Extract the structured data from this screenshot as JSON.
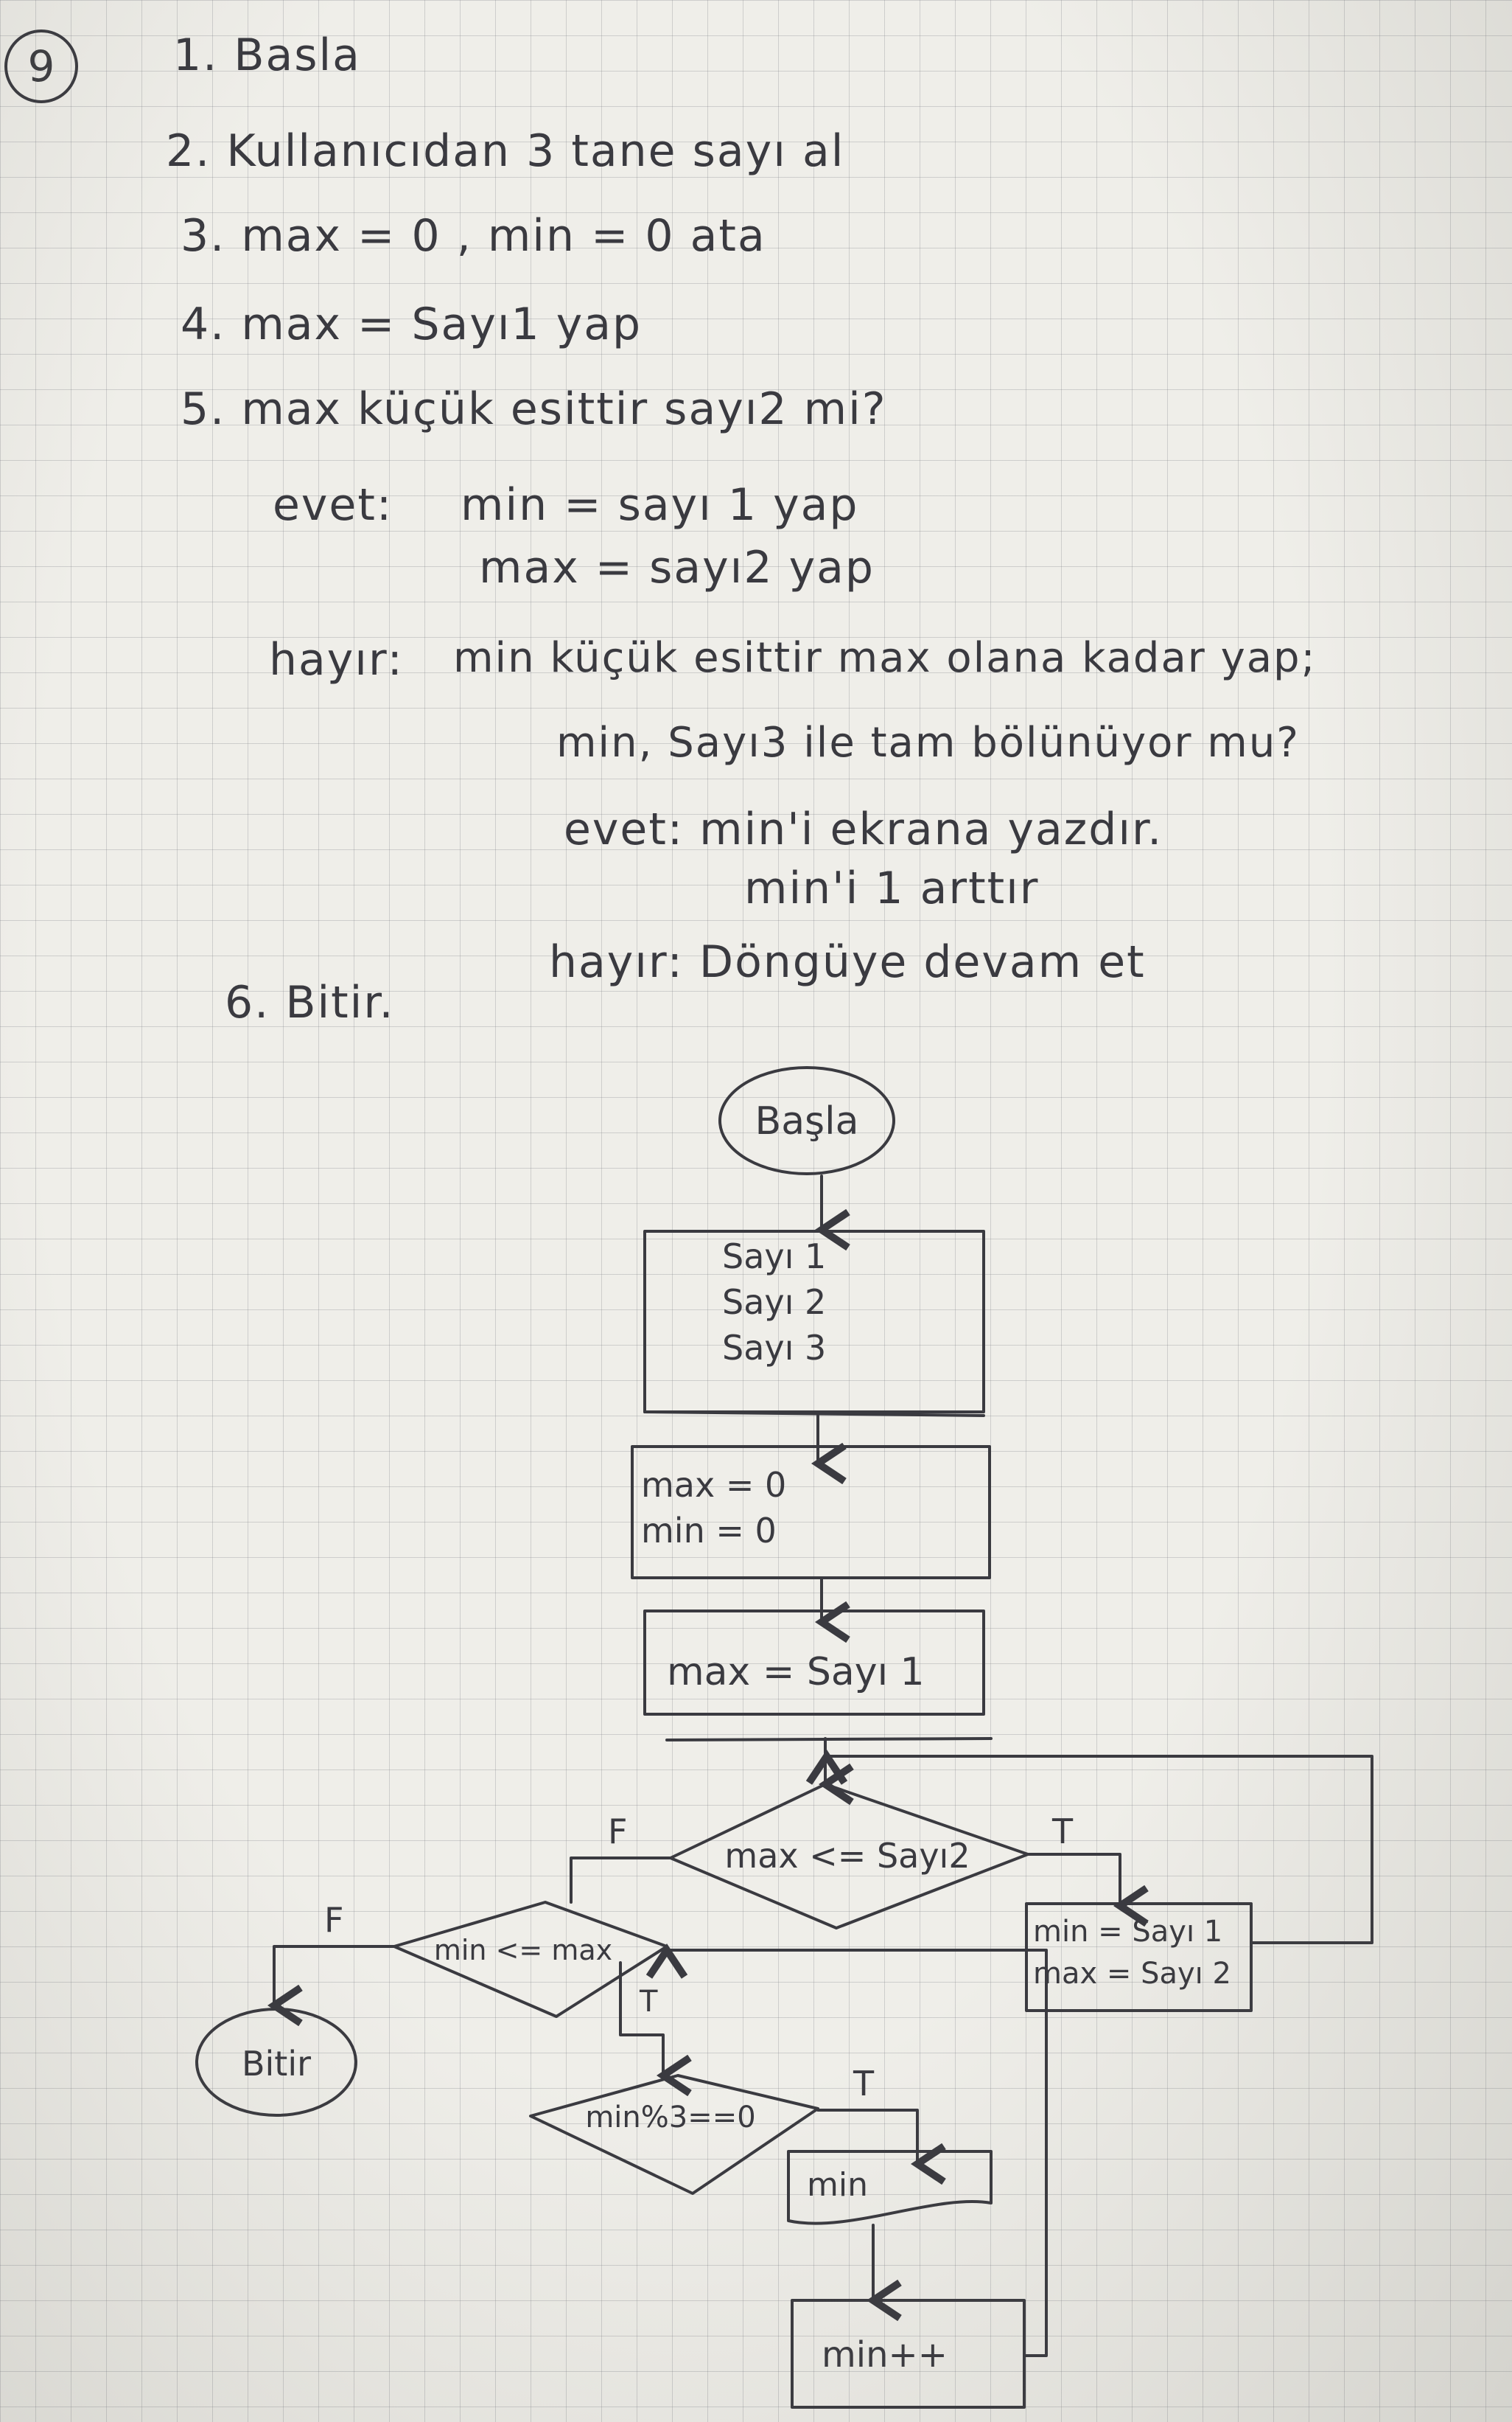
{
  "page_number": "9",
  "algorithm": {
    "step1": "1. Basla",
    "step2": "2. Kullanıcıdan 3 tane sayı al",
    "step3": "3. max = 0 , min = 0 ata",
    "step4": "4. max = Sayı1 yap",
    "step5": "5. max küçük esittir sayı2 mi?",
    "evet_label": "evet:",
    "evet_line1": "min = sayı 1 yap",
    "evet_line2": "max = sayı2 yap",
    "hayir_label": "hayır:",
    "hayir_line1": "min küçük esittir max olana kadar yap;",
    "loop_q": "min, Sayı3 ile tam bölünüyor mu?",
    "loop_evet1": "evet: min'i ekrana yazdır.",
    "loop_evet2": "min'i 1 arttır",
    "loop_hayir": "hayır: Döngüye devam et",
    "step6": "6. Bitir."
  },
  "flowchart": {
    "start": "Başla",
    "input_1": "Sayı 1",
    "input_2": "Sayı 2",
    "input_3": "Sayı 3",
    "init_1": "max = 0",
    "init_2": "min = 0",
    "assign": "max = Sayı 1",
    "decision1": "max <= Sayı2",
    "d1_false": "F",
    "d1_true": "T",
    "swap_1": "min = Sayı 1",
    "swap_2": "max = Sayı 2",
    "decision2": "min <= max",
    "d2_false": "F",
    "d2_true": "T",
    "end": "Bitir",
    "decision3": "min%3==0",
    "d3_true": "T",
    "output": "min",
    "increment": "min++"
  }
}
